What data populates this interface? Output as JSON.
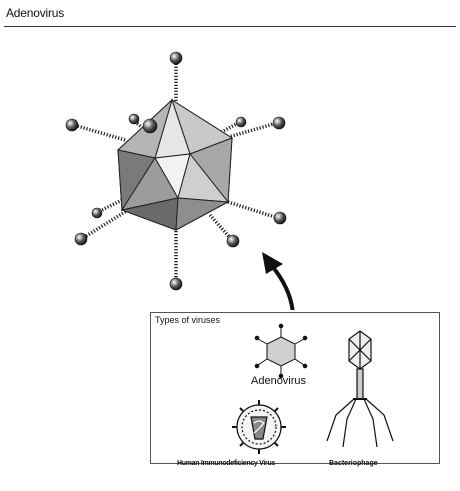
{
  "header": {
    "title": "Adenovirus"
  },
  "inset": {
    "title": "Types of viruses",
    "labels": {
      "adenovirus": "Adenovirus",
      "hiv": "Human Immunodeficiency Virus",
      "bacteriophage": "Bacteriophage"
    }
  },
  "colors": {
    "ink": "#111111",
    "shade_dark": "#5a5a5a",
    "shade_light": "#d8d8d8"
  }
}
